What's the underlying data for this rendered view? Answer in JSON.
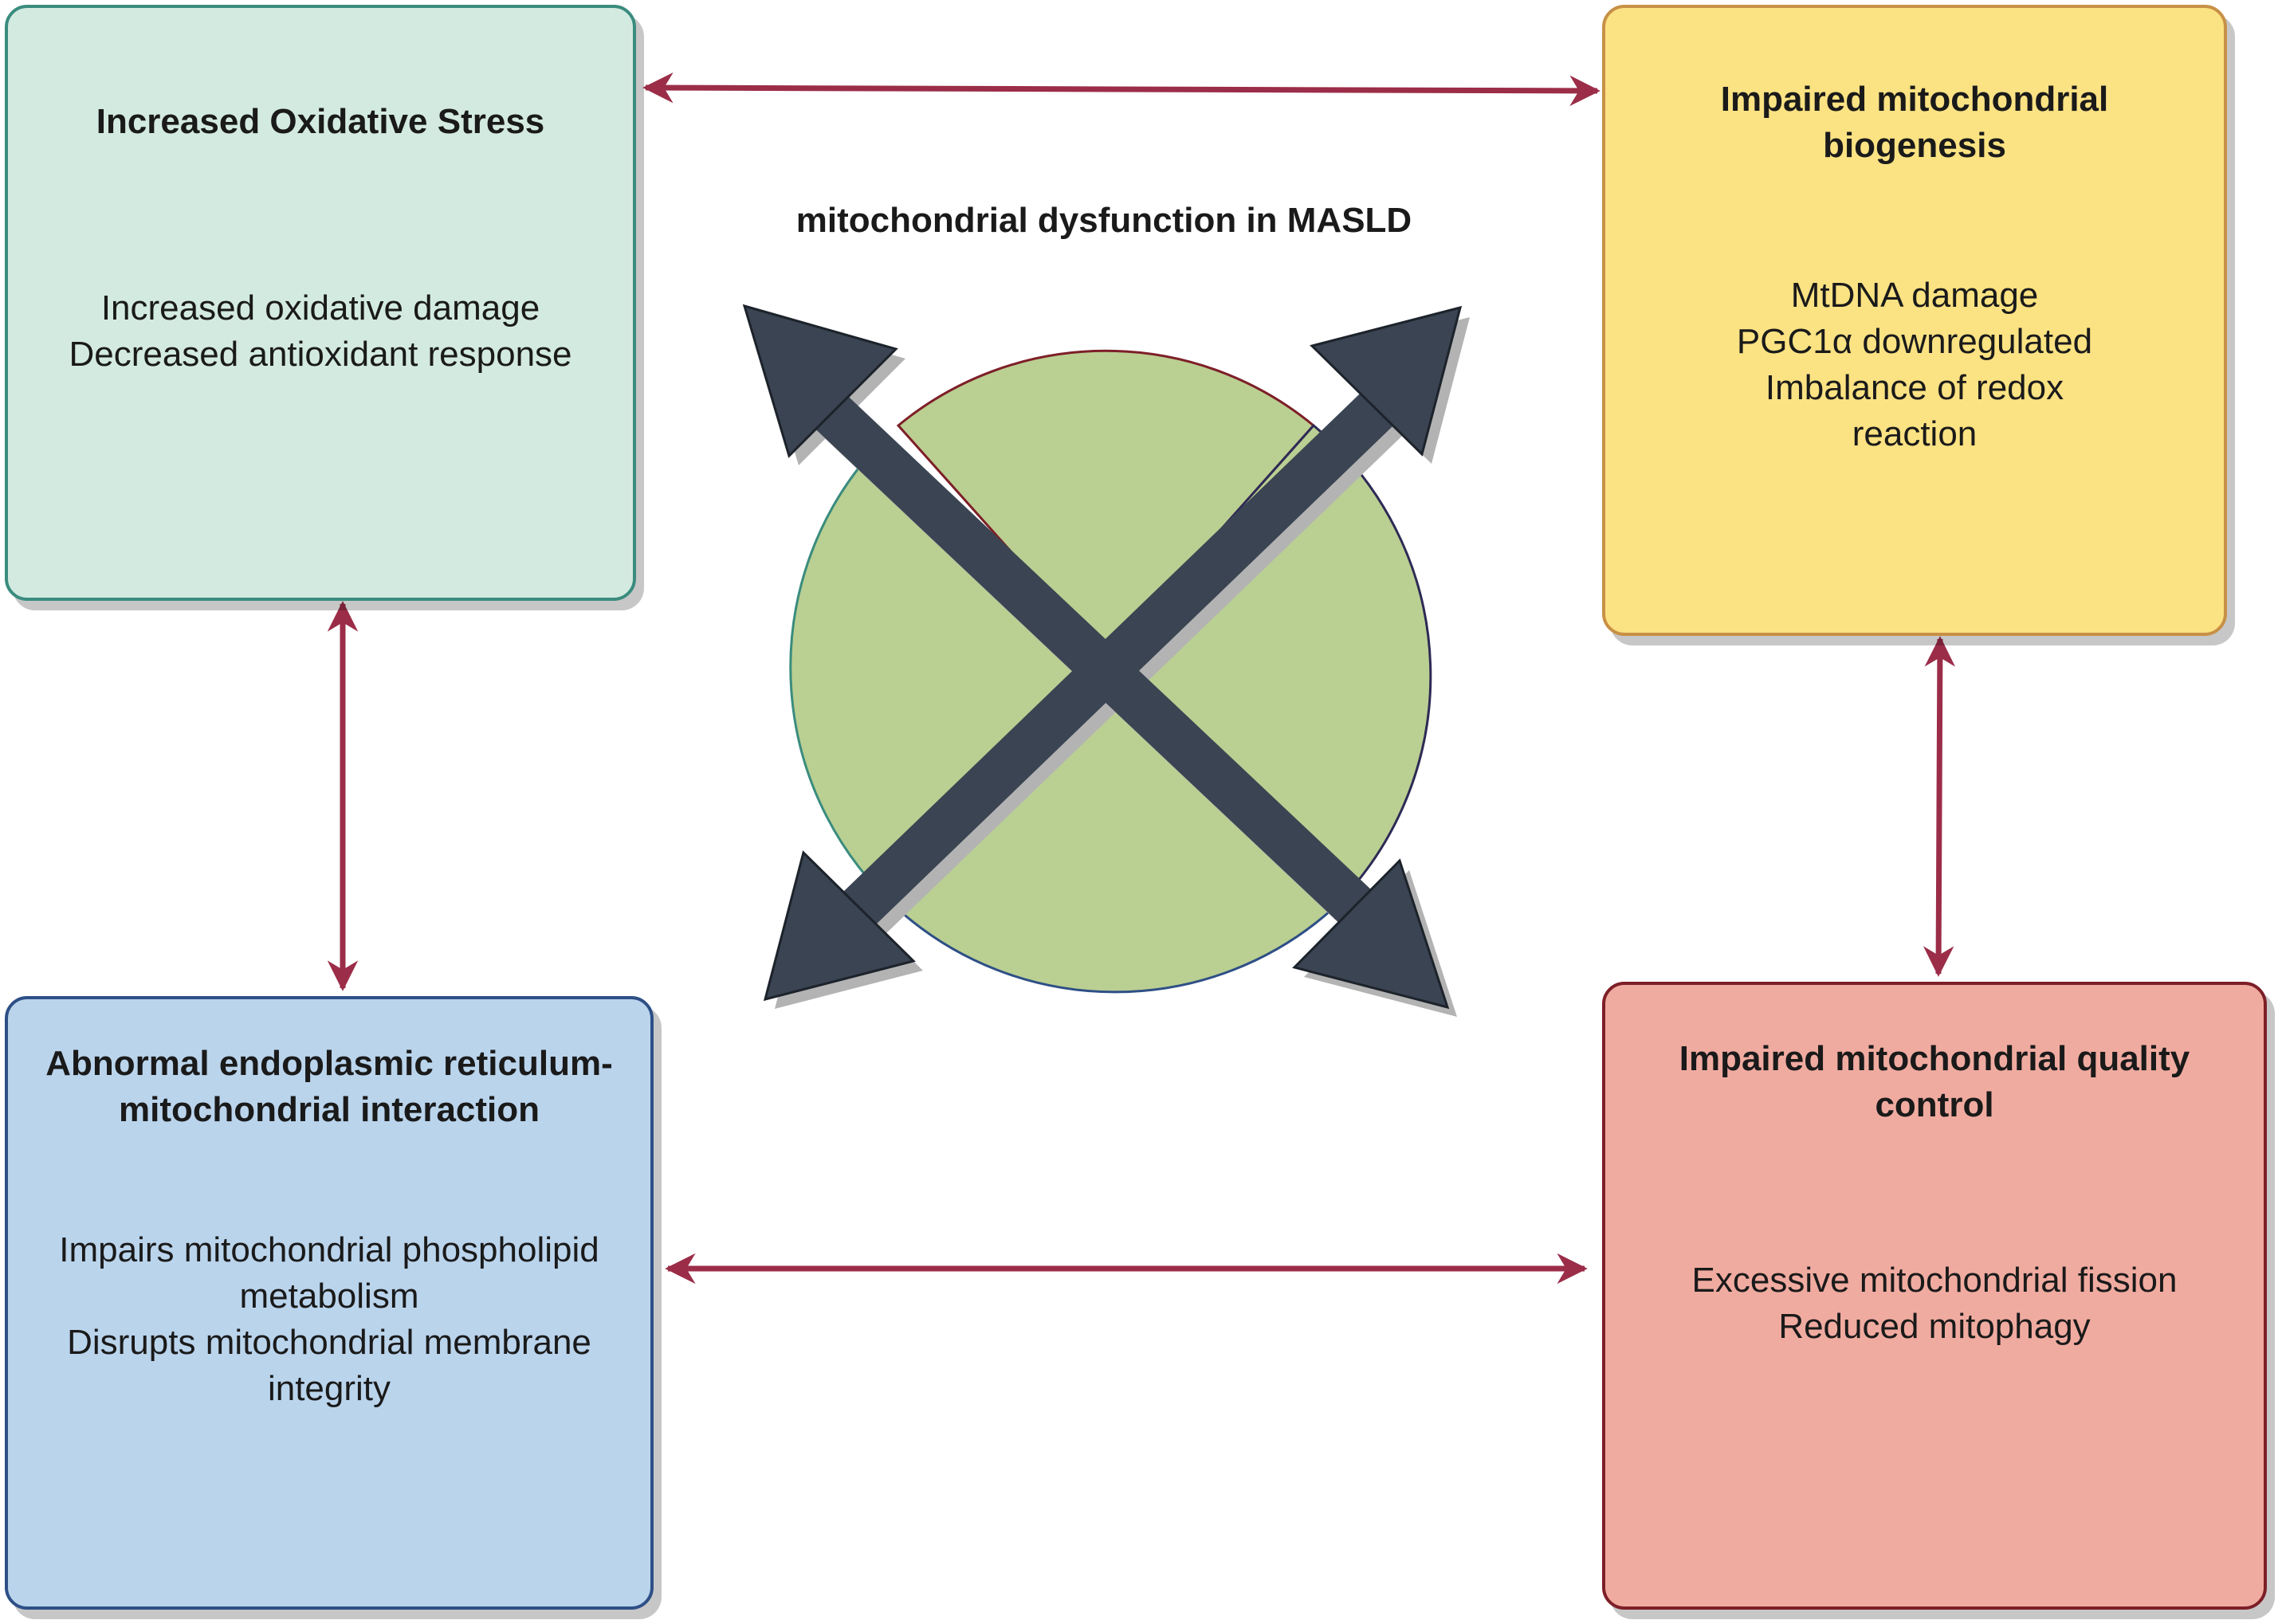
{
  "center": {
    "title": "mitochondrial dysfunction in MASLD"
  },
  "boxes": {
    "oxidative": {
      "title": "Increased Oxidative Stress",
      "lines": [
        "Increased oxidative damage",
        "Decreased antioxidant response"
      ]
    },
    "biogenesis": {
      "title": "Impaired mitochondrial\nbiogenesis",
      "lines": [
        "MtDNA damage",
        "PGC1α downregulated",
        "Imbalance of redox",
        "reaction"
      ]
    },
    "er": {
      "title": "Abnormal endoplasmic reticulum-\nmitochondrial interaction",
      "lines": [
        "Impairs mitochondrial phospholipid",
        "metabolism",
        "Disrupts mitochondrial membrane",
        "integrity"
      ]
    },
    "quality": {
      "title": "Impaired mitochondrial quality\ncontrol",
      "lines": [
        "Excessive mitochondrial fission",
        "Reduced mitophagy"
      ]
    }
  },
  "colors": {
    "connector_arrow": "#9b2d48",
    "center_circle": "#bacf92",
    "center_arrows": "#3a4452",
    "oxidative_fill": "#d3eae0",
    "biogenesis_fill": "#fbe283",
    "er_fill": "#bad4ec",
    "quality_fill": "#f0aba0"
  }
}
